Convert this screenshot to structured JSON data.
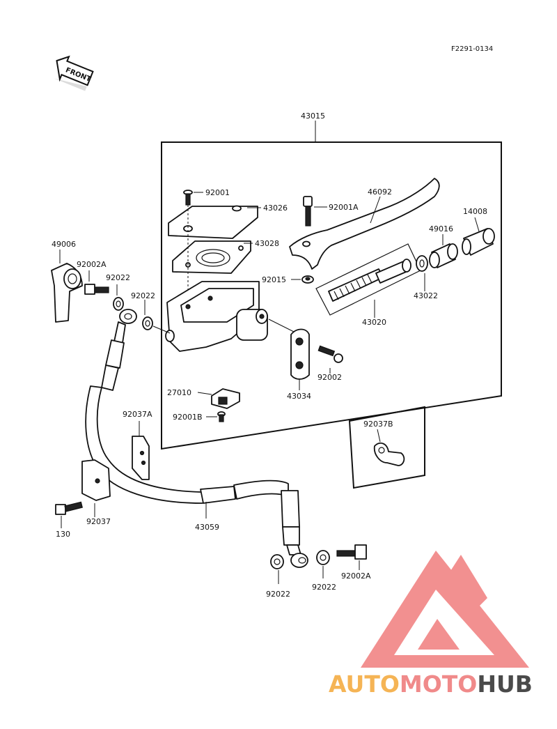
{
  "figure_code": "F2291-0134",
  "front_label": "FRONT",
  "assembly_label": "43015",
  "parts": {
    "p92001": "92001",
    "p43026": "43026",
    "p43028": "43028",
    "p92001A": "92001A",
    "p46092": "46092",
    "p14008": "14008",
    "p49016": "49016",
    "p92015": "92015",
    "p43022": "43022",
    "p43020": "43020",
    "p92002": "92002",
    "p43034": "43034",
    "p27010": "27010",
    "p92001B": "92001B",
    "p49006": "49006",
    "p92002A_top": "92002A",
    "p92022_a": "92022",
    "p92022_b": "92022",
    "p92037A": "92037A",
    "p92037B": "92037B",
    "p92037": "92037",
    "p130": "130",
    "p43059": "43059",
    "p92022_c": "92022",
    "p92022_d": "92022",
    "p92002A_bot": "92002A"
  },
  "watermark": {
    "part1": "AUTO",
    "part2": "MOTO",
    "part3": "HUB",
    "color1": "#f5b455",
    "color2": "#f08a8a",
    "color3": "#4a4a4a",
    "logo_color": "#f07d7d"
  }
}
